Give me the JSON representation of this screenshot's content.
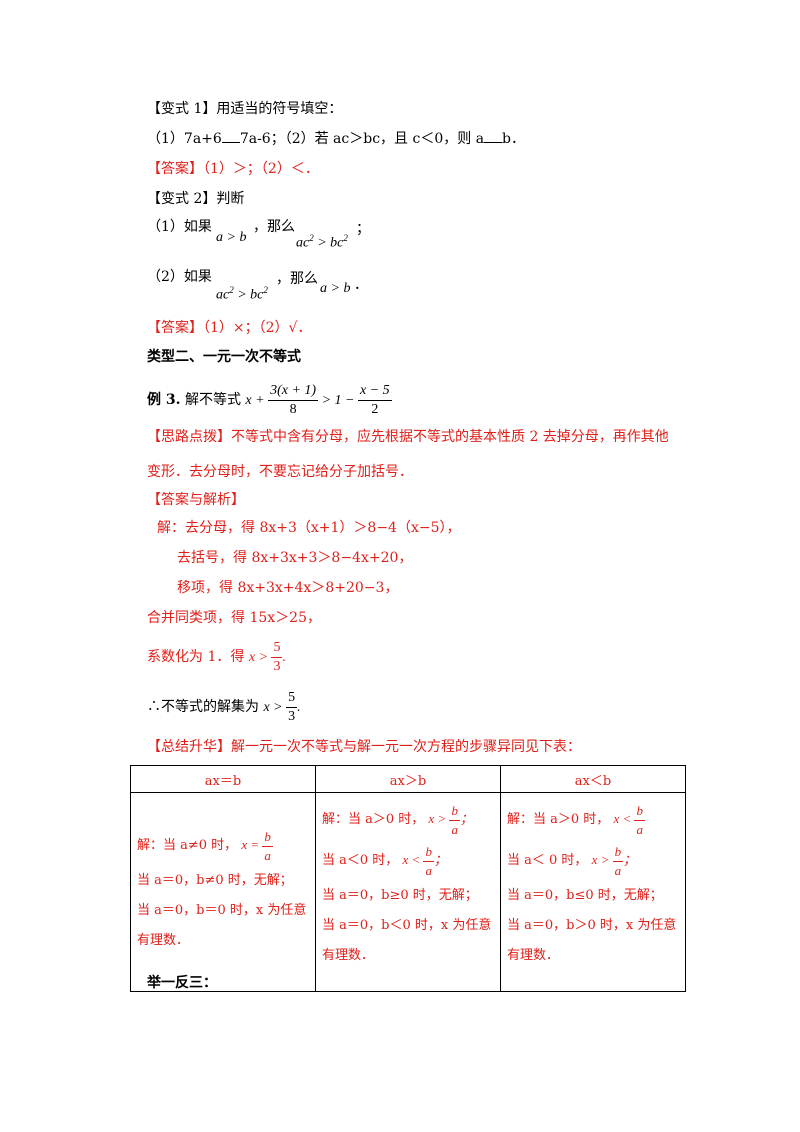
{
  "v1": {
    "title": "【变式 1】用适当的符号填空：",
    "q1a": "（1）7a+6",
    "q1b": "7a-6；（2）若 ac＞bc，且 c＜0，则 a",
    "q1c": "b．",
    "answer": "【答案】（1）＞；（2）＜．"
  },
  "v2": {
    "title": "【变式 2】判断",
    "q1_pre": "（1）如果",
    "q1_mid": "，那么",
    "q1_end": "；",
    "q2_pre": "（2）如果",
    "q2_mid": "，那么",
    "q2_end": "．",
    "answer": "【答案】（1）×；（2）√．"
  },
  "section": "类型二、一元一次不等式",
  "ex3": {
    "label": "例 3.",
    "text": "解不等式"
  },
  "hint": {
    "line1": "【思路点拨】不等式中含有分母，应先根据不等式的基本性质 2 去掉分母，再作其他",
    "line2": "变形．去分母时，不要忘记给分子加括号．"
  },
  "solution": {
    "title": "【答案与解析】",
    "s1": "解：去分母，得 8x+3（x+1）＞8−4（x−5），",
    "s2": "去括号，得 8x+3x+3＞8−4x+20，",
    "s3": "移项，得 8x+3x+4x＞8+20−3，",
    "s4": "合并同类项，得 15x＞25，",
    "s5": "系数化为 1．得",
    "s6": "∴不等式的解集为"
  },
  "summary": "【总结升华】解一元一次不等式与解一元一次方程的步骤异同见下表：",
  "table": {
    "headers": [
      "ax＝b",
      "ax＞b",
      "ax＜b"
    ],
    "c1": {
      "l1": "解：当 a≠0 时，",
      "l2": "当 a＝0，b≠0 时，无解；",
      "l3": "当 a＝0，b＝0 时，x 为任意",
      "l4": "有理数．"
    },
    "c2": {
      "l1": "解：当 a＞0 时，",
      "l2": "当 a＜0 时，",
      "l3": "当 a＝0，b≥0 时，无解；",
      "l4": "当 a＝0，b＜0 时，x 为任意",
      "l5": "有理数．"
    },
    "c3": {
      "l1": "解：当 a＞0 时，",
      "l2": "当 a＜ 0 时，",
      "l3": "当 a＝0，b≤0 时，无解；",
      "l4": "当 a＝0，b＞0 时，x 为任意",
      "l5": "有理数．"
    }
  },
  "footer": "举一反三："
}
